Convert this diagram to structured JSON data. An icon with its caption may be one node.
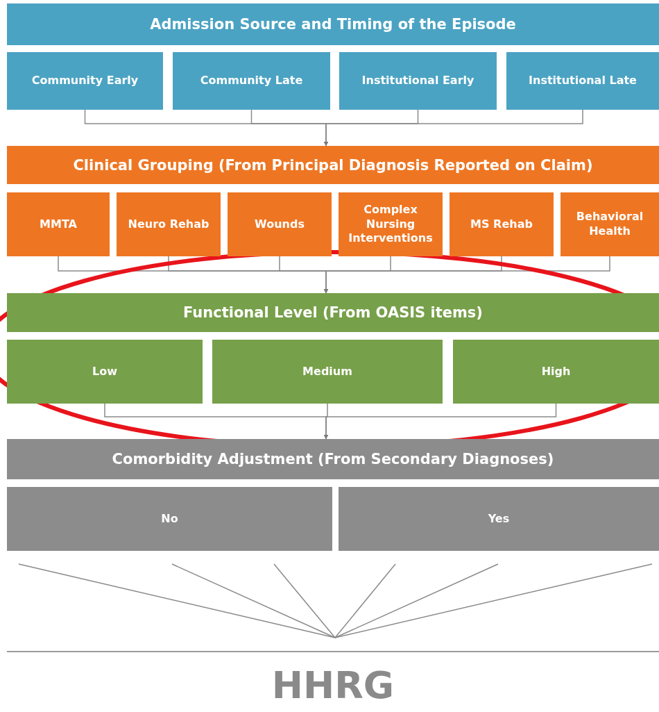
{
  "diagram": {
    "nodes": [
      {
        "text": [
          "Admission Source and Timing of the Episode"
        ]
      },
      {
        "text": [
          "Community Early"
        ]
      },
      {
        "text": [
          "Community Late"
        ]
      },
      {
        "text": [
          "Institutional Early"
        ]
      },
      {
        "text": [
          "Institutional Late"
        ]
      },
      {
        "text": [
          "Clinical Grouping (From Principal Diagnosis Reported on Claim)"
        ]
      },
      {
        "text": [
          "MMTA"
        ]
      },
      {
        "text": [
          "Neuro Rehab"
        ]
      },
      {
        "text": [
          "Wounds"
        ]
      },
      {
        "text": [
          "Complex Nursing Interventions"
        ]
      },
      {
        "text": [
          "MS Rehab"
        ]
      },
      {
        "text": [
          "Behavioral Health"
        ]
      },
      {
        "text": [
          "Functional Level (From OASIS items)"
        ]
      },
      {
        "text": [
          "Low"
        ]
      },
      {
        "text": [
          "Medium"
        ]
      },
      {
        "text": [
          "High"
        ]
      },
      {
        "text": [
          "Comorbidity Adjustment (From Secondary Diagnoses)"
        ]
      },
      {
        "text": [
          "No"
        ]
      },
      {
        "text": [
          "Yes"
        ]
      },
      {
        "text": [
          "HHRG"
        ]
      }
    ],
    "edges": [
      {
        "from": 1,
        "to": 5,
        "arrow": "to"
      },
      {
        "from": 2,
        "to": 5,
        "arrow": "to"
      },
      {
        "from": 3,
        "to": 5,
        "arrow": "to"
      },
      {
        "from": 4,
        "to": 5,
        "arrow": "to"
      },
      {
        "from": 6,
        "to": 12,
        "arrow": "to"
      },
      {
        "from": 7,
        "to": 12,
        "arrow": "to"
      },
      {
        "from": 8,
        "to": 12,
        "arrow": "to"
      },
      {
        "from": 9,
        "to": 12,
        "arrow": "to"
      },
      {
        "from": 10,
        "to": 12,
        "arrow": "to"
      },
      {
        "from": 11,
        "to": 12,
        "arrow": "to"
      },
      {
        "from": 13,
        "to": 16,
        "arrow": "to"
      },
      {
        "from": 14,
        "to": 16,
        "arrow": "to"
      },
      {
        "from": 15,
        "to": 16,
        "arrow": "to"
      },
      {
        "from": null,
        "to": 19,
        "arrow": "none"
      },
      {
        "from": null,
        "to": 19,
        "arrow": "none"
      },
      {
        "from": null,
        "to": 19,
        "arrow": "none"
      },
      {
        "from": null,
        "to": 19,
        "arrow": "none"
      },
      {
        "from": null,
        "to": 19,
        "arrow": "none"
      },
      {
        "from": null,
        "to": 19,
        "arrow": "none"
      }
    ]
  }
}
